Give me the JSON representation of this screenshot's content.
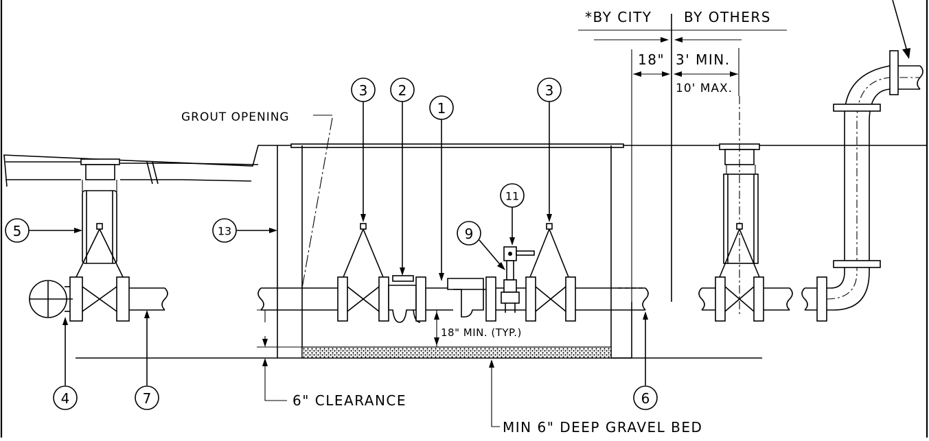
{
  "labels": {
    "by_city": "*BY CITY",
    "by_others": "BY OTHERS",
    "dim_18": "18\"",
    "dim_3min": "3' MIN.",
    "dim_10max": "10' MAX.",
    "grout_opening": "GROUT OPENING",
    "clearance": "6\" CLEARANCE",
    "gravel_bed": "MIN 6\" DEEP GRAVEL BED",
    "min_18_typ": "18\" MIN. (TYP.)"
  },
  "callouts": {
    "c1": "1",
    "c2": "2",
    "c3a": "3",
    "c3b": "3",
    "c4": "4",
    "c5": "5",
    "c6": "6",
    "c7": "7",
    "c9": "9",
    "c11": "11",
    "c13": "13"
  }
}
